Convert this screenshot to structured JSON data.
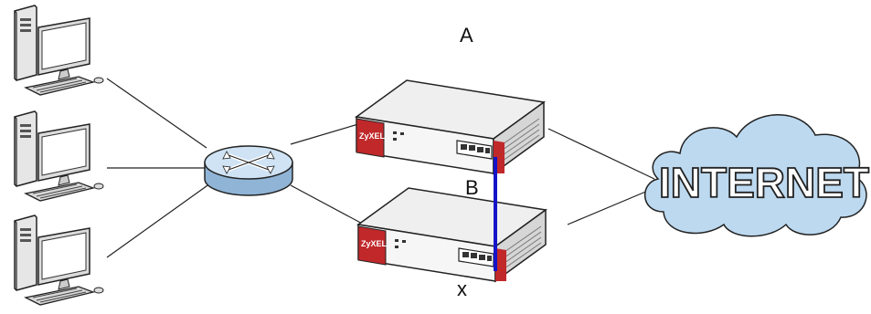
{
  "labels": {
    "a": "A",
    "b": "B",
    "x": "x"
  },
  "cloud_text": "INTERNET",
  "brand_text": "ZyXEL",
  "icons": [
    "computer-icon",
    "switch-icon",
    "firewall-icon",
    "cloud-icon"
  ],
  "colors": {
    "link_line": "#222222",
    "ha_link": "#1414c8",
    "brand_red": "#c0282a",
    "cloud_fill": "#bcd9f0",
    "switch_fill": "#b8d4ec"
  }
}
